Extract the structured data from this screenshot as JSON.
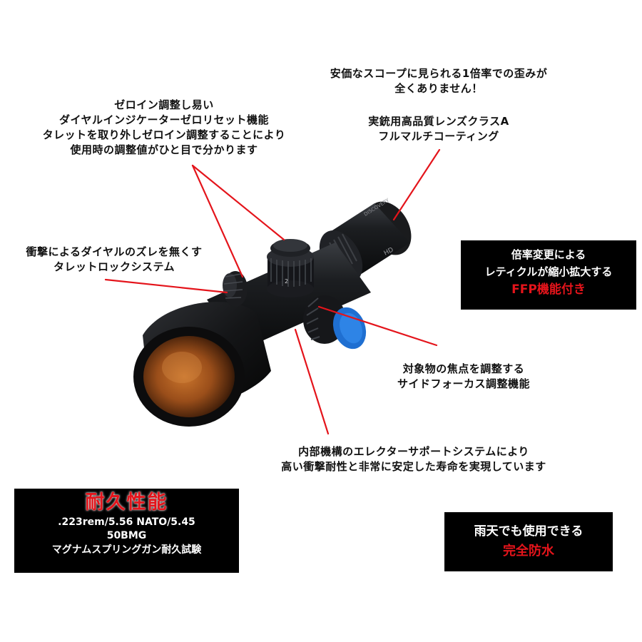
{
  "callouts": {
    "zero": [
      "ゼロイン調整し易い",
      "ダイヤルインジケーターゼロリセット機能",
      "タレットを取り外しゼロイン調整することにより",
      "使用時の調整値がひと目で分かります"
    ],
    "distortion": [
      "安価なスコープに見られる1倍率での歪みが",
      "全くありません！"
    ],
    "lens": [
      "実銃用高品質レンズクラスA",
      "フルマルチコーティング"
    ],
    "lock": [
      "衝撃によるダイヤルのズレを無くす",
      "タレットロックシステム"
    ],
    "focus": [
      "対象物の焦点を調整する",
      "サイドフォーカス調整機能"
    ],
    "erector": [
      "内部機構のエレクターサポートシステムにより",
      "高い衝撃耐性と非常に安定した寿命を実現しています"
    ]
  },
  "boxes": {
    "ffp": {
      "line1": "倍率変更による",
      "line2": "レティクルが縮小拡大する",
      "highlight": "FFP機能付き"
    },
    "durability": {
      "title": "耐久性能",
      "line1": ".223rem/5.56 NATO/5.45",
      "line2": "50BMG",
      "line3": "マグナムスプリングガン耐久試験"
    },
    "waterproof": {
      "line1": "雨天でも使用できる",
      "highlight": "完全防水"
    }
  },
  "scope_markings": {
    "turret_number": "2",
    "tube_text": "HD",
    "eyepiece_text": "DISCOVERY"
  },
  "colors": {
    "leader_line": "#e4141b",
    "box_bg": "#000000",
    "highlight_red": "#e4141b",
    "focus_knob_blue": "#1f6fd1"
  }
}
